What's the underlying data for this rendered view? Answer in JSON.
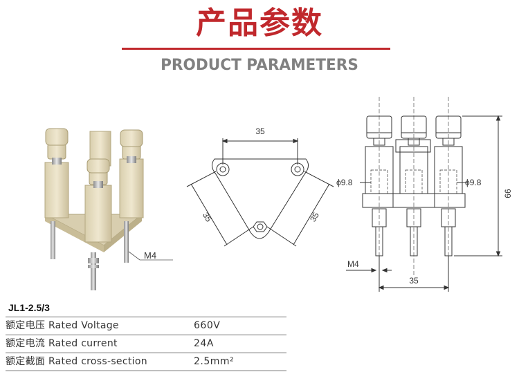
{
  "header": {
    "title_cn": "产品参数",
    "title_en": "PRODUCT PARAMETERS"
  },
  "drawing": {
    "photo_callout_label": "M4",
    "top_view": {
      "dim_top": "35",
      "dim_left": "35",
      "dim_right": "35"
    },
    "side_view": {
      "diameter_left": "ϕ9.8",
      "diameter_right": "ϕ9.8",
      "height": "66",
      "thread_label": "M4",
      "spacing": "35"
    }
  },
  "spec": {
    "model": "JL1-2.5/3",
    "rows": [
      {
        "label": "额定电压 Rated Voltage",
        "value": "660V"
      },
      {
        "label": "额定电流 Rated current",
        "value": "24A"
      },
      {
        "label": "额定截面 Rated cross-section",
        "value": "2.5mm²"
      }
    ]
  },
  "colors": {
    "accent_red": "#c0282c",
    "subtitle_gray": "#808080",
    "ceramic_body": "#e5dcc0",
    "line": "#333333"
  }
}
